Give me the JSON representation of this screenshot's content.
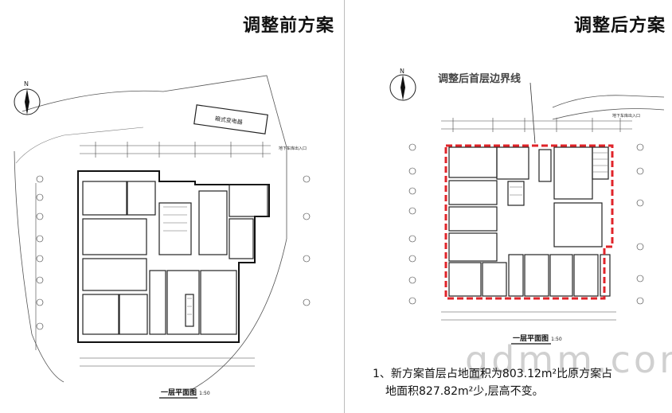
{
  "left_panel": {
    "title": "调整前方案",
    "north_label": "N",
    "box_substation": "箱式变电器",
    "drawing_caption": "一层平面图",
    "scale": "1:50",
    "garage_entry": "地下车库出入口"
  },
  "right_panel": {
    "title": "调整后方案",
    "north_label": "N",
    "boundary_label": "调整后首层边界线",
    "drawing_caption": "一层平面图",
    "scale": "1:50",
    "garage_entry": "地下车库出入口",
    "note_line1": "1、新方案首层占地面积为803.12m²比原方案占",
    "note_line2": "地面积827.82m²少,层高不变。",
    "watermark": "gdmm.com",
    "boundary_color": "#e0242a"
  }
}
